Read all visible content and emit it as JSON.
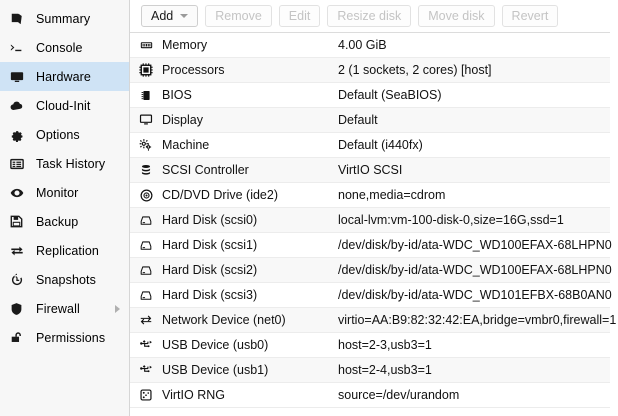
{
  "sidebar": {
    "items": [
      {
        "label": "Summary",
        "icon": "book-icon",
        "selected": false,
        "submenu": false
      },
      {
        "label": "Console",
        "icon": "terminal-icon",
        "selected": false,
        "submenu": false
      },
      {
        "label": "Hardware",
        "icon": "monitor-icon",
        "selected": true,
        "submenu": false
      },
      {
        "label": "Cloud-Init",
        "icon": "cloud-icon",
        "selected": false,
        "submenu": false
      },
      {
        "label": "Options",
        "icon": "gear-icon",
        "selected": false,
        "submenu": false
      },
      {
        "label": "Task History",
        "icon": "list-icon",
        "selected": false,
        "submenu": false
      },
      {
        "label": "Monitor",
        "icon": "eye-icon",
        "selected": false,
        "submenu": false
      },
      {
        "label": "Backup",
        "icon": "floppy-icon",
        "selected": false,
        "submenu": false
      },
      {
        "label": "Replication",
        "icon": "sync-icon",
        "selected": false,
        "submenu": false
      },
      {
        "label": "Snapshots",
        "icon": "history-icon",
        "selected": false,
        "submenu": false
      },
      {
        "label": "Firewall",
        "icon": "shield-icon",
        "selected": false,
        "submenu": true
      },
      {
        "label": "Permissions",
        "icon": "unlock-icon",
        "selected": false,
        "submenu": false
      }
    ]
  },
  "toolbar": {
    "buttons": [
      {
        "label": "Add",
        "enabled": true,
        "dropdown": true
      },
      {
        "label": "Remove",
        "enabled": false,
        "dropdown": false
      },
      {
        "label": "Edit",
        "enabled": false,
        "dropdown": false
      },
      {
        "label": "Resize disk",
        "enabled": false,
        "dropdown": false
      },
      {
        "label": "Move disk",
        "enabled": false,
        "dropdown": false
      },
      {
        "label": "Revert",
        "enabled": false,
        "dropdown": false
      }
    ]
  },
  "hardware": {
    "rows": [
      {
        "icon": "memory-icon",
        "key": "Memory",
        "value": "4.00 GiB"
      },
      {
        "icon": "cpu-icon",
        "key": "Processors",
        "value": "2 (1 sockets, 2 cores) [host]"
      },
      {
        "icon": "chip-icon",
        "key": "BIOS",
        "value": "Default (SeaBIOS)"
      },
      {
        "icon": "display-icon",
        "key": "Display",
        "value": "Default"
      },
      {
        "icon": "gears-icon",
        "key": "Machine",
        "value": "Default (i440fx)"
      },
      {
        "icon": "database-icon",
        "key": "SCSI Controller",
        "value": "VirtIO SCSI"
      },
      {
        "icon": "disc-icon",
        "key": "CD/DVD Drive (ide2)",
        "value": "none,media=cdrom"
      },
      {
        "icon": "harddisk-icon",
        "key": "Hard Disk (scsi0)",
        "value": "local-lvm:vm-100-disk-0,size=16G,ssd=1"
      },
      {
        "icon": "harddisk-icon",
        "key": "Hard Disk (scsi1)",
        "value": "/dev/disk/by-id/ata-WDC_WD100EFAX-68LHPN0"
      },
      {
        "icon": "harddisk-icon",
        "key": "Hard Disk (scsi2)",
        "value": "/dev/disk/by-id/ata-WDC_WD100EFAX-68LHPN0"
      },
      {
        "icon": "harddisk-icon",
        "key": "Hard Disk (scsi3)",
        "value": "/dev/disk/by-id/ata-WDC_WD101EFBX-68B0AN0"
      },
      {
        "icon": "network-icon",
        "key": "Network Device (net0)",
        "value": "virtio=AA:B9:82:32:42:EA,bridge=vmbr0,firewall=1"
      },
      {
        "icon": "usb-icon",
        "key": "USB Device (usb0)",
        "value": "host=2-3,usb3=1"
      },
      {
        "icon": "usb-icon",
        "key": "USB Device (usb1)",
        "value": "host=2-4,usb3=1"
      },
      {
        "icon": "dice-icon",
        "key": "VirtIO RNG",
        "value": "source=/dev/urandom"
      }
    ]
  }
}
